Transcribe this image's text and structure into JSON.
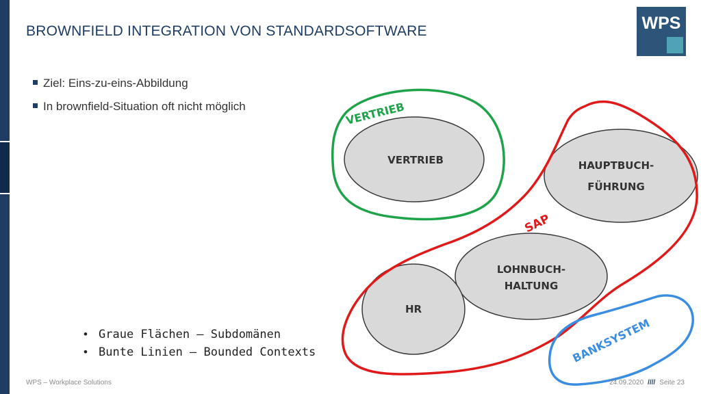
{
  "slide": {
    "title": "BROWNFIELD INTEGRATION VON STANDARDSOFTWARE",
    "logo_text": "WPS",
    "bullets": [
      "Ziel: Eins-zu-eins-Abbildung",
      "In brownfield-Situation oft nicht möglich"
    ],
    "legend": [
      {
        "marker": "•",
        "text": "Graue Flächen – Subdomänen"
      },
      {
        "marker": "•",
        "text": "Bunte Linien – Bounded Contexts"
      }
    ],
    "footer": {
      "company": "WPS – Workplace Solutions",
      "date": "24.09.2020",
      "separator": "////",
      "page": "Seite 23"
    }
  },
  "diagram": {
    "subdomains": {
      "vertrieb": "VERTRIEB",
      "hauptbuch_line1": "HAUPTBUCH-",
      "hauptbuch_line2": "FÜHRUNG",
      "lohnbuch_line1": "LOHNBUCH-",
      "lohnbuch_line2": "HALTUNG",
      "hr": "HR"
    },
    "contexts": {
      "vertrieb": "VERTRIEB",
      "sap": "SAP",
      "banksystem": "BANKSYSTEM"
    },
    "colors": {
      "subdomain_fill": "#d9d9d9",
      "subdomain_stroke": "#3a3a3a",
      "vertrieb_context": "#1fa34a",
      "sap_context": "#e01a1a",
      "banksystem_context": "#3a8de0"
    }
  }
}
